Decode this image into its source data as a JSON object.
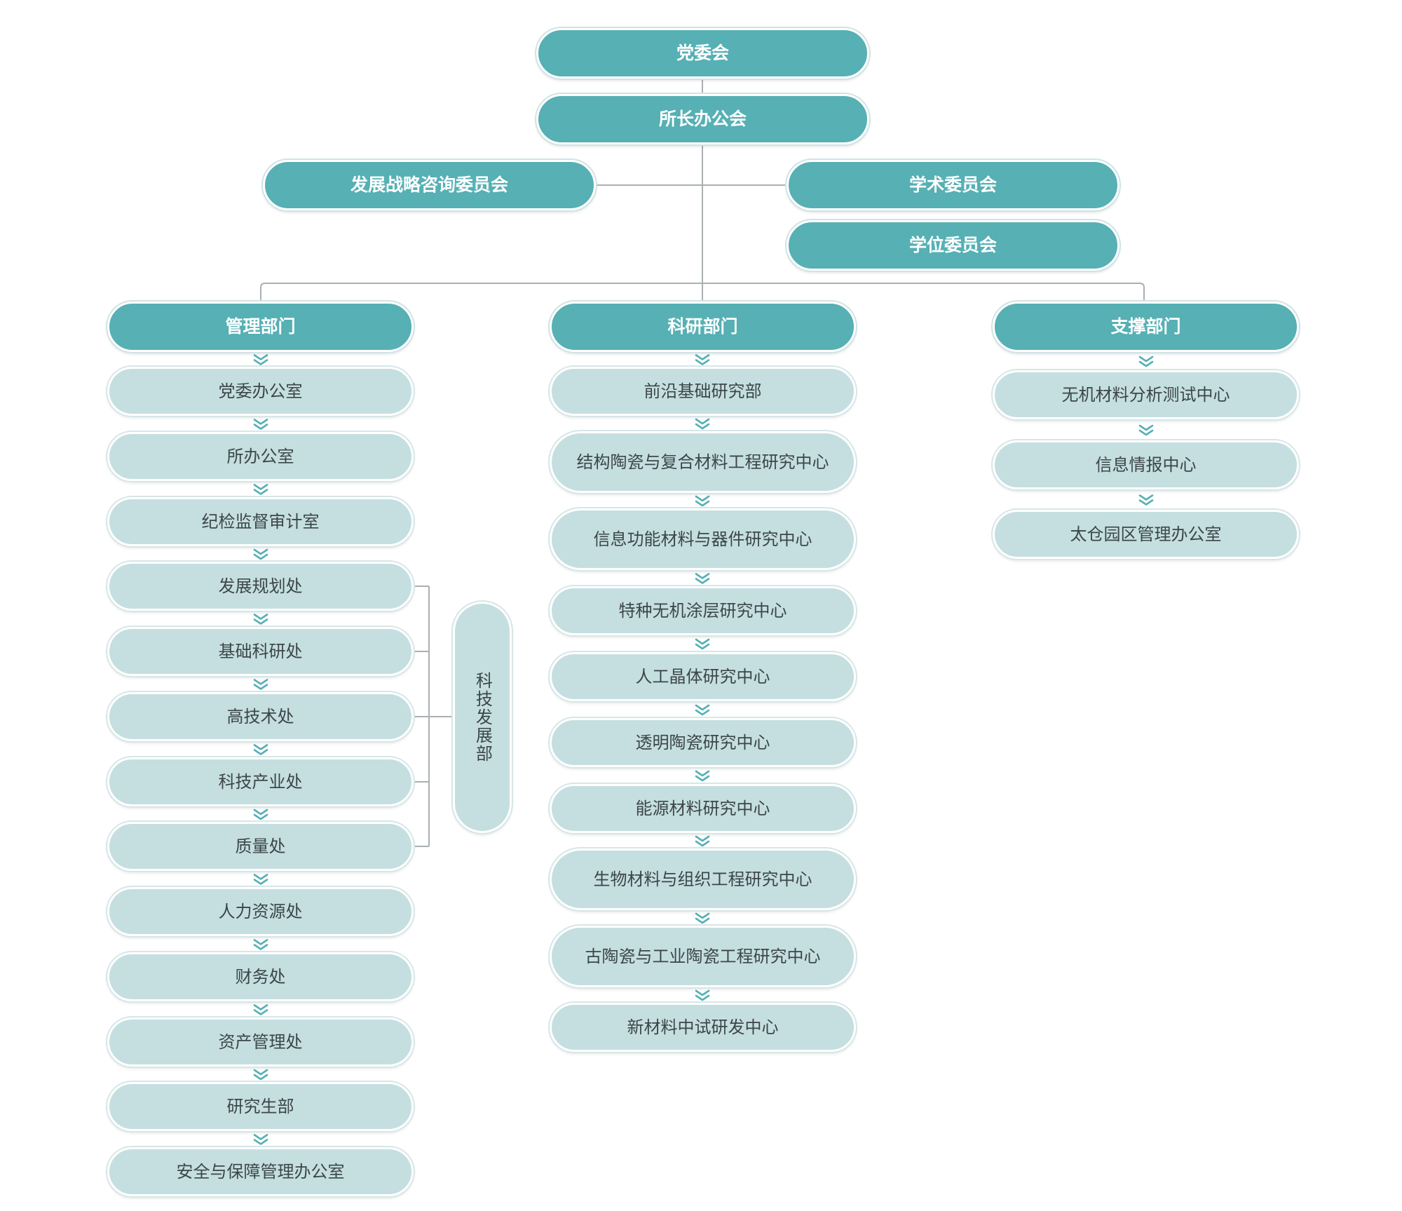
{
  "colors": {
    "dark_node": "#56b0b4",
    "light_node": "#c5dfe1",
    "connector": "#aab0b2",
    "chevron": "#56b0b4",
    "light_text": "#3c4648"
  },
  "top": {
    "party_committee": "党委会",
    "director_office_meeting": "所长办公会",
    "strategy_committee": "发展战略咨询委员会",
    "academic_committee": "学术委员会",
    "degree_committee": "学位委员会"
  },
  "management": {
    "title": "管理部门",
    "items": [
      "党委办公室",
      "所办公室",
      "纪检监督审计室",
      "发展规划处",
      "基础科研处",
      "高技术处",
      "科技产业处",
      "质量处",
      "人力资源处",
      "财务处",
      "资产管理处",
      "研究生部",
      "安全与保障管理办公室"
    ],
    "group_label": "科技发展部"
  },
  "research": {
    "title": "科研部门",
    "items": [
      "前沿基础研究部",
      "结构陶瓷与复合材料工程研究中心",
      "信息功能材料与器件研究中心",
      "特种无机涂层研究中心",
      "人工晶体研究中心",
      "透明陶瓷研究中心",
      "能源材料研究中心",
      "生物材料与组织工程研究中心",
      "古陶瓷与工业陶瓷工程研究中心",
      "新材料中试研发中心"
    ]
  },
  "support": {
    "title": "支撑部门",
    "items": [
      "无机材料分析测试中心",
      "信息情报中心",
      "太仓园区管理办公室"
    ]
  }
}
